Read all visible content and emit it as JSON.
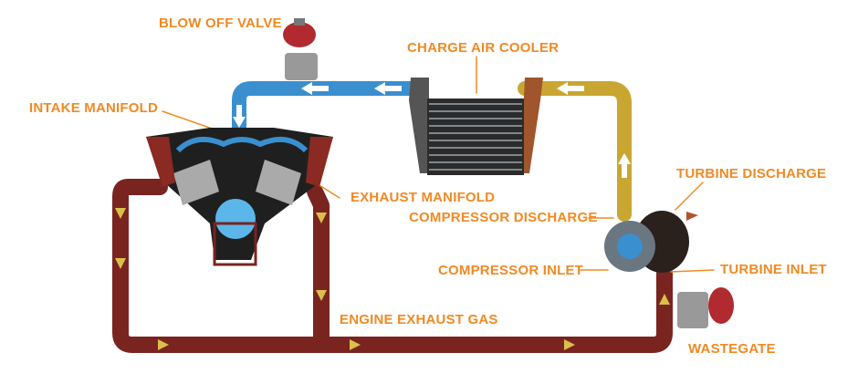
{
  "labels": {
    "blow_off_valve": "BLOW OFF VALVE",
    "charge_air_cooler": "CHARGE AIR COOLER",
    "intake_manifold": "INTAKE MANIFOLD",
    "exhaust_manifold": "EXHAUST MANIFOLD",
    "compressor_discharge": "COMPRESSOR DISCHARGE",
    "turbine_discharge": "TURBINE DISCHARGE",
    "compressor_inlet": "COMPRESSOR INLET",
    "turbine_inlet": "TURBINE INLET",
    "engine_exhaust_gas": "ENGINE EXHAUST GAS",
    "wastegate": "WASTEGATE"
  },
  "colors": {
    "label": "#f08a24",
    "intake": "#3a8fcf",
    "charge": "#c9a632",
    "exhaust": "#8a2a22",
    "arrow": "#d9c04a"
  }
}
